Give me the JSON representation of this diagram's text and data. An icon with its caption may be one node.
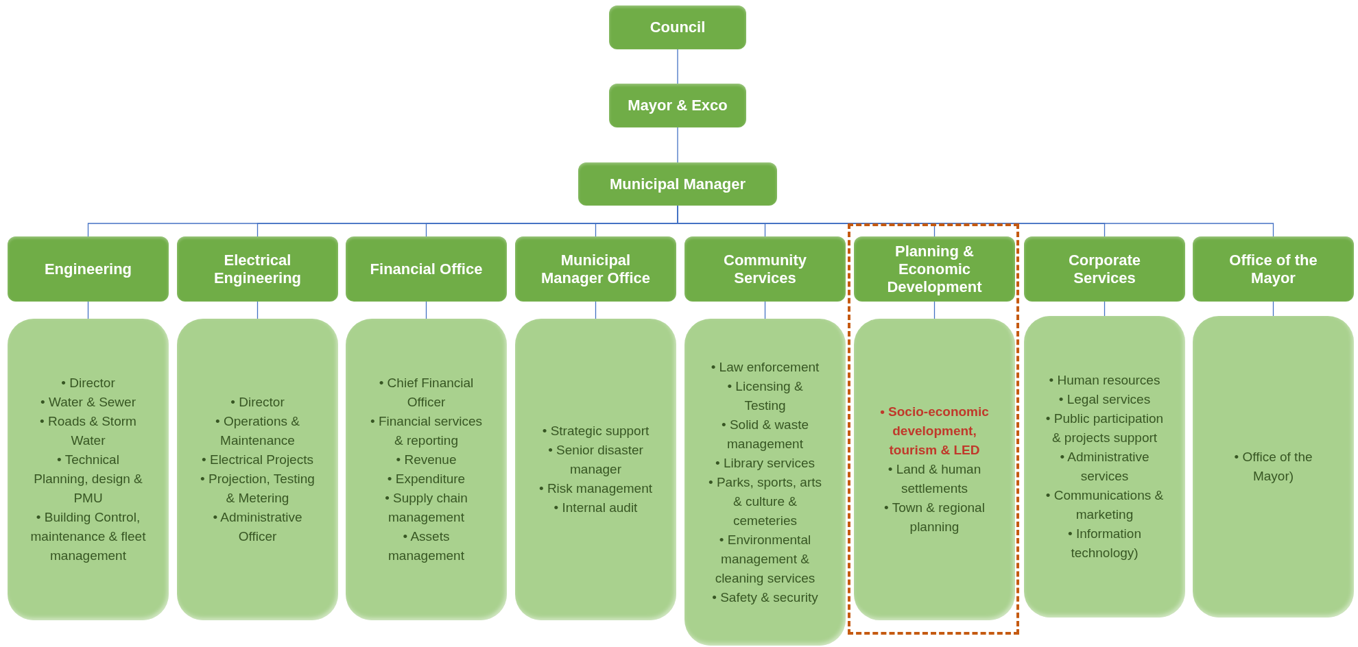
{
  "diagram": {
    "nodes": [
      {
        "text": [
          "Council"
        ]
      },
      {
        "text": [
          "Mayor & Exco"
        ]
      },
      {
        "text": [
          "Municipal Manager"
        ]
      },
      {
        "text": [
          "Engineering"
        ]
      },
      {
        "text": [
          "Electrical Engineering"
        ]
      },
      {
        "text": [
          "Financial Office"
        ]
      },
      {
        "text": [
          "Municipal Manager Office"
        ]
      },
      {
        "text": [
          "Community Services"
        ]
      },
      {
        "text": [],
        "shape": "box"
      },
      {
        "text": [
          "Planning & Economic Development"
        ],
        "in": 8
      },
      {
        "text": [
          "Corporate Services"
        ]
      },
      {
        "text": [
          "Office of the Mayor"
        ]
      },
      {
        "text": [
          "• Director",
          "• Water & Sewer",
          "• Roads & Storm Water",
          "• Technical Planning, design & PMU",
          "• Building Control, maintenance & fleet management"
        ]
      },
      {
        "text": [
          "• Director",
          "• Operations & Maintenance",
          "• Electrical Projects",
          "• Projection, Testing & Metering",
          "• Administrative Officer"
        ]
      },
      {
        "text": [
          "• Chief Financial Officer",
          "• Financial services & reporting",
          "• Revenue",
          "• Expenditure",
          "• Supply chain management",
          "• Assets management"
        ]
      },
      {
        "text": [
          "• Strategic support",
          "• Senior disaster manager",
          "• Risk management",
          "• Internal audit"
        ]
      },
      {
        "text": [
          "• Law enforcement",
          "• Licensing & Testing",
          "• Solid & waste management",
          "• Library services",
          "• Parks, sports, arts & culture & cemeteries",
          "• Environmental management & cleaning services",
          "• Safety & security"
        ]
      },
      {
        "text": [
          "**• Socio-economic development, tourism & LED**",
          "• Land & human settlements",
          "• Town & regional planning"
        ],
        "in": 8
      },
      {
        "text": [
          "• Human resources",
          "• Legal services",
          "• Public participation & projects support",
          "• Administrative services",
          "• Communications & marketing",
          "• Information technology)"
        ]
      },
      {
        "text": [
          "• Office of the Mayor)"
        ]
      }
    ],
    "edges": [
      {
        "from": 0,
        "to": 1,
        "arrow": "none"
      },
      {
        "from": 1,
        "to": 2,
        "arrow": "none"
      },
      {
        "from": 2,
        "to": 3,
        "arrow": "none"
      },
      {
        "from": 2,
        "to": 4,
        "arrow": "none"
      },
      {
        "from": 2,
        "to": 5,
        "arrow": "none"
      },
      {
        "from": 2,
        "to": 6,
        "arrow": "none"
      },
      {
        "from": 2,
        "to": 7,
        "arrow": "none"
      },
      {
        "from": 2,
        "to": 9,
        "arrow": "none"
      },
      {
        "from": 2,
        "to": 10,
        "arrow": "none"
      },
      {
        "from": 2,
        "to": 11,
        "arrow": "none"
      },
      {
        "from": 3,
        "to": 12,
        "arrow": "none"
      },
      {
        "from": 4,
        "to": 13,
        "arrow": "none"
      },
      {
        "from": 5,
        "to": 14,
        "arrow": "none"
      },
      {
        "from": 6,
        "to": 15,
        "arrow": "none"
      },
      {
        "from": 7,
        "to": 16,
        "arrow": "none"
      },
      {
        "from": 9,
        "to": 17,
        "arrow": "none"
      },
      {
        "from": 10,
        "to": 18,
        "arrow": "none"
      },
      {
        "from": 11,
        "to": 19,
        "arrow": "none"
      }
    ]
  }
}
